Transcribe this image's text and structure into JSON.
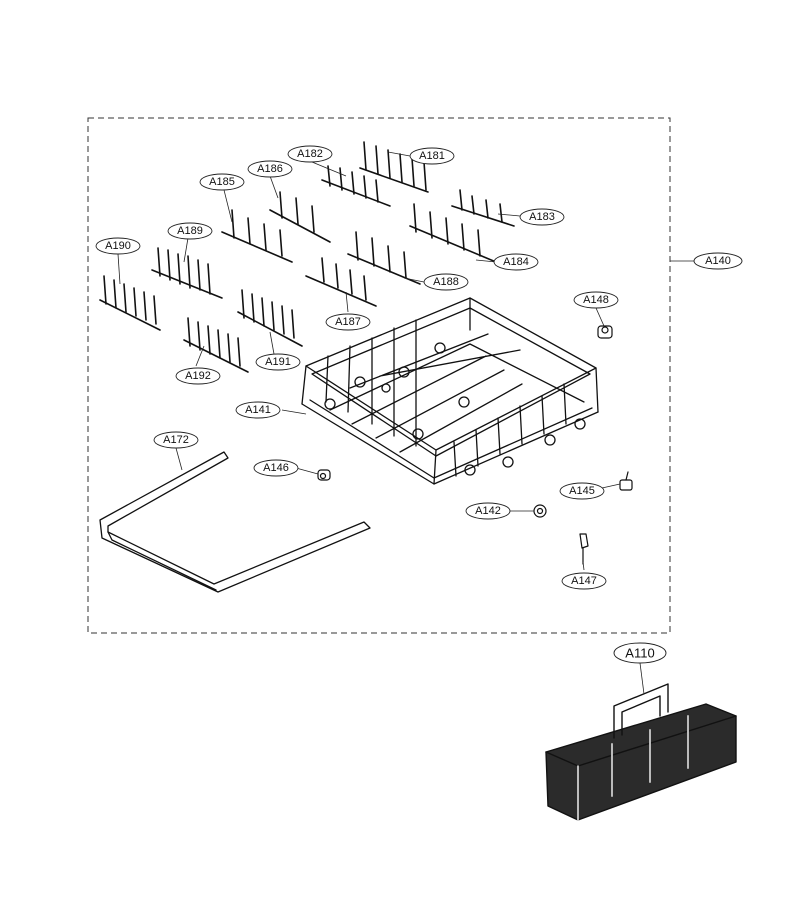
{
  "diagram": {
    "group_label": "A140",
    "parts": {
      "a181": "A181",
      "a182": "A182",
      "a183": "A183",
      "a184": "A184",
      "a185": "A185",
      "a186": "A186",
      "a187": "A187",
      "a188": "A188",
      "a189": "A189",
      "a190": "A190",
      "a191": "A191",
      "a192": "A192",
      "a148": "A148",
      "a141": "A141",
      "a172": "A172",
      "a146": "A146",
      "a145": "A145",
      "a142": "A142",
      "a147": "A147",
      "a110": "A110"
    }
  }
}
